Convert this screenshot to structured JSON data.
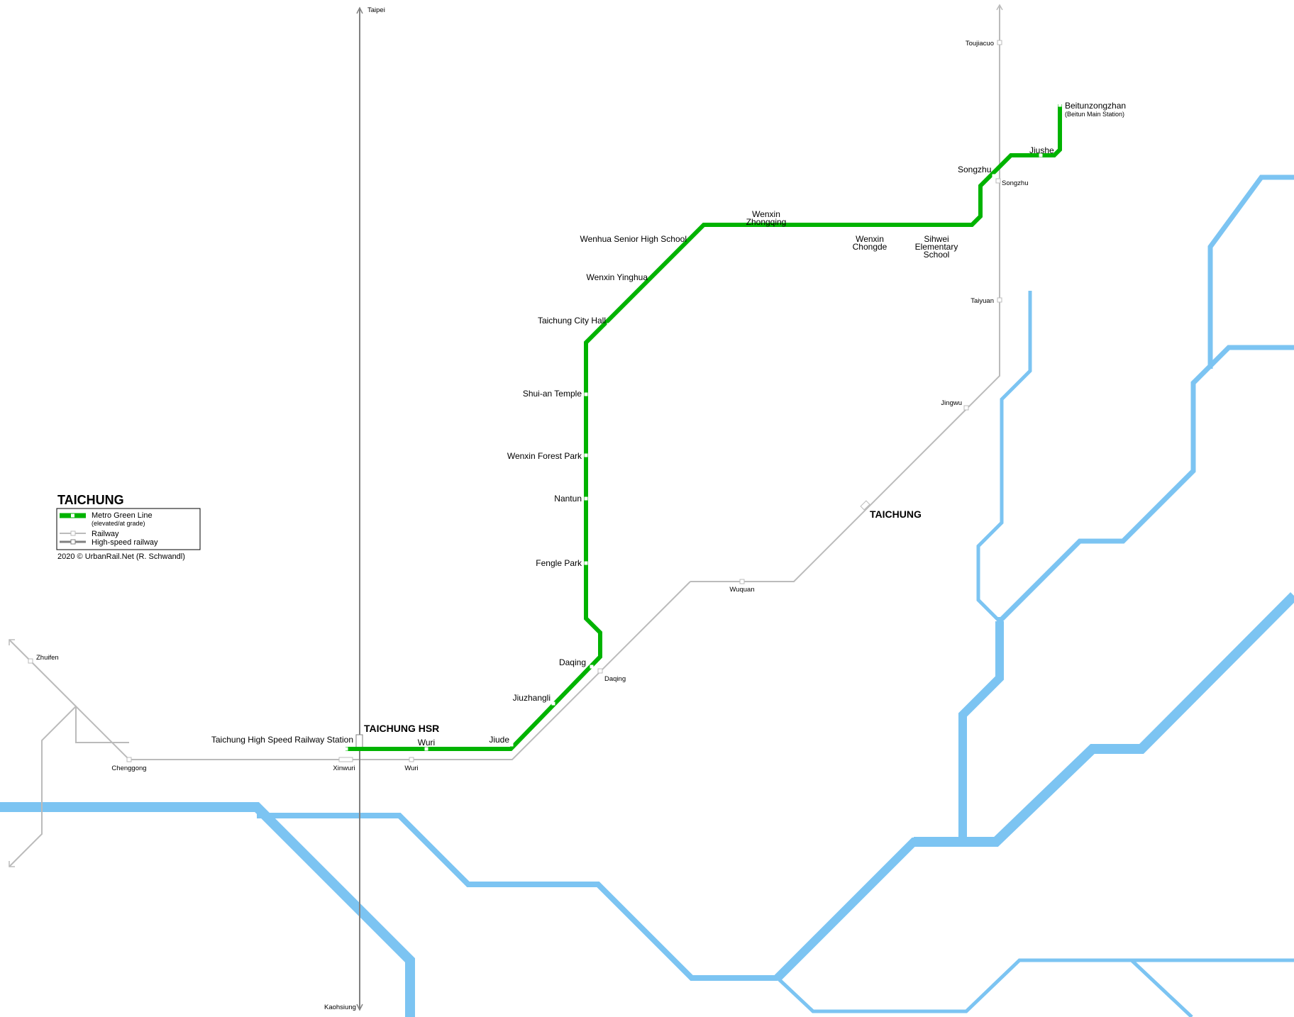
{
  "map": {
    "title": "TAICHUNG",
    "legend": {
      "metro_label": "Metro Green Line",
      "metro_note": "(elevated/at grade)",
      "railway_label": "Railway",
      "hsr_label": "High-speed railway"
    },
    "credit": "2020 © UrbanRail.Net (R. Schwandl)",
    "colors": {
      "metro": "#00b300",
      "railway": "#bbbbbb",
      "hsr": "#808080",
      "river": "#7cc4f2"
    },
    "hsr_terminals": {
      "north": "Taipei",
      "south": "Kaohsiung"
    },
    "hsr_station_label": "TAICHUNG HSR",
    "city_station_label": "TAICHUNG",
    "metro_stations": [
      {
        "id": "beitun",
        "name": "Beitunzongzhan",
        "sub": "(Beitun Main Station)"
      },
      {
        "id": "jiushe",
        "name": "Jiushe"
      },
      {
        "id": "songzhu",
        "name": "Songzhu"
      },
      {
        "id": "sihwei",
        "name": "Sihwei",
        "line2": "Elementary",
        "line3": "School"
      },
      {
        "id": "chongde",
        "name": "Wenxin",
        "line2": "Chongde"
      },
      {
        "id": "zhongqing",
        "name": "Wenxin",
        "line2": "Zhongqing"
      },
      {
        "id": "wenhua",
        "name": "Wenhua Senior High School"
      },
      {
        "id": "yinghua",
        "name": "Wenxin Yinghua"
      },
      {
        "id": "cityhall",
        "name": "Taichung City Hall"
      },
      {
        "id": "shuian",
        "name": "Shui-an Temple"
      },
      {
        "id": "forestpark",
        "name": "Wenxin Forest Park"
      },
      {
        "id": "nantun",
        "name": "Nantun"
      },
      {
        "id": "fengle",
        "name": "Fengle Park"
      },
      {
        "id": "daqing",
        "name": "Daqing"
      },
      {
        "id": "jiuzhangli",
        "name": "Jiuzhangli"
      },
      {
        "id": "jiude",
        "name": "Jiude"
      },
      {
        "id": "wuri",
        "name": "Wuri"
      },
      {
        "id": "hsr",
        "name": "Taichung High Speed Railway Station"
      }
    ],
    "rail_stations": [
      {
        "id": "toujiacuo",
        "name": "Toujiacuo"
      },
      {
        "id": "songzhu",
        "name": "Songzhu"
      },
      {
        "id": "taiyuan",
        "name": "Taiyuan"
      },
      {
        "id": "jingwu",
        "name": "Jingwu"
      },
      {
        "id": "wuquan",
        "name": "Wuquan"
      },
      {
        "id": "daqing",
        "name": "Daqing"
      },
      {
        "id": "wuri",
        "name": "Wuri"
      },
      {
        "id": "xinwuri",
        "name": "Xinwuri"
      },
      {
        "id": "chenggong",
        "name": "Chenggong"
      },
      {
        "id": "zhuifen",
        "name": "Zhuifen"
      }
    ]
  }
}
